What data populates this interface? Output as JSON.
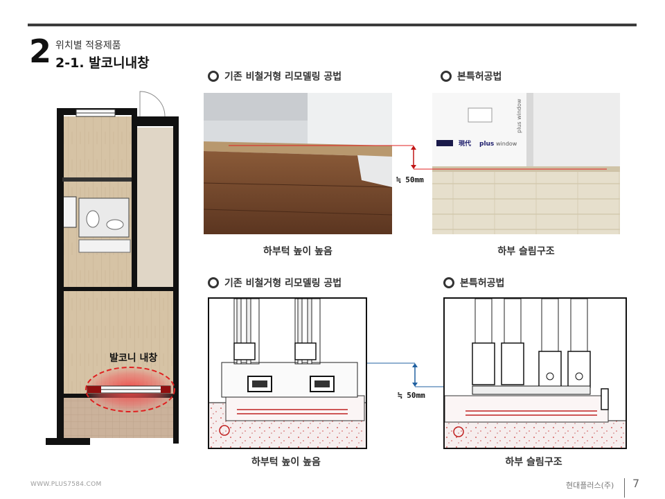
{
  "section": {
    "number": "2",
    "subtitle": "위치별 적용제품",
    "title": "2-1. 발코니내창"
  },
  "panels": {
    "top_left_label": "기존 비철거형 리모델링 공법",
    "top_right_label": "본특허공법",
    "bottom_left_label": "기존 비철거형 리모델링 공법",
    "bottom_right_label": "본특허공법",
    "top_left_caption": "하부턱 높이 높음",
    "top_right_caption": "하부 슬림구조",
    "bottom_left_caption": "하부턱 높이 높음",
    "bottom_right_caption": "하부 슬림구조"
  },
  "dimensions": {
    "top": "≒ 50mm",
    "bottom": "≒ 50mm"
  },
  "floorplan": {
    "callout": "발코니 내창"
  },
  "photo_window_labels": {
    "brand_1": "現代",
    "brand_2": "plus",
    "brand_3": "window",
    "side": "plus window"
  },
  "footer": {
    "url": "WWW.PLUS7584.COM",
    "company": "현대플러스(주)",
    "page": "7"
  },
  "colors": {
    "accent_line": "#e02020",
    "dim_arrow": "#c01515",
    "dim_blue": "#2060a0",
    "highlight": "#e83030"
  }
}
